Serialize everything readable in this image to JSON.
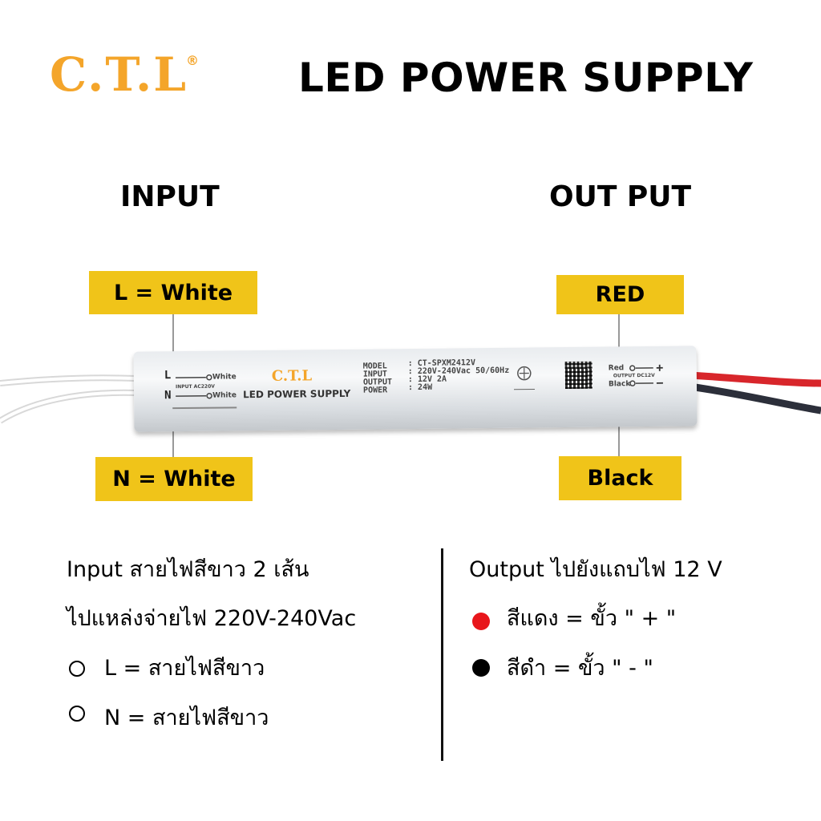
{
  "header": {
    "logo_text": "C.T.L",
    "logo_registered": "®",
    "title": "LED POWER SUPPLY"
  },
  "input": {
    "title": "INPUT",
    "l_label": "L = White",
    "n_label": "N = White"
  },
  "output": {
    "title": "OUT PUT",
    "red_label": "RED",
    "black_label": "Black"
  },
  "device": {
    "l_mark": "L",
    "n_mark": "N",
    "l_wire": "White",
    "n_wire": "White",
    "input_ac": "INPUT AC220V",
    "logo": "C.T.L",
    "name": "LED POWER SUPPLY",
    "spec_keys": [
      "MODEL",
      "INPUT",
      "OUTPUT",
      "POWER"
    ],
    "spec_values": [
      ": CT-SPXM2412V",
      ": 220V-240Vac 50/60Hz",
      ": 12V    2A",
      ":   24W"
    ],
    "red_mark": "Red",
    "black_mark": "Black",
    "output_dc": "OUTPUT DC12V"
  },
  "description": {
    "input_line1": "Input  สายไฟสีขาว 2 เส้น",
    "input_line2": "ไปแหล่งจ่ายไฟ 220V-240Vac",
    "l_item": "L  =  สายไฟสีขาว",
    "n_item": "N =  สายไฟสีขาว",
    "output_line1": "Output ไปยังแถบไฟ 12 V",
    "red_item": "สีแดง = ขั้ว  \" + \"",
    "black_item": "สีดำ    = ขั้ว  \" - \""
  },
  "colors": {
    "logo": "#f4a52a",
    "label_bg": "#f0c419",
    "red_dot": "#e8161b",
    "black_dot": "#000000"
  }
}
